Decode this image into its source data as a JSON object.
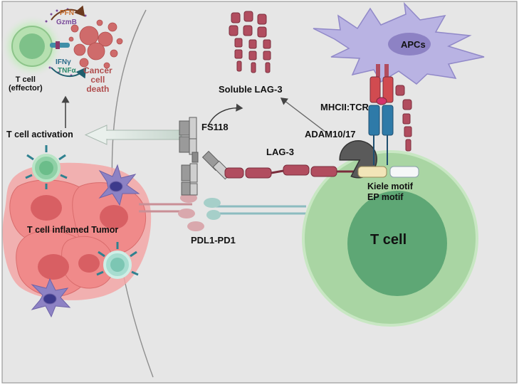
{
  "labels": {
    "t_cell_effector": "T cell\n(effector)",
    "pfn": "PFN",
    "gzmb": "GzmB",
    "ifng": "IFNγ",
    "tnfa": "TNFα",
    "cancer_cell_death": "Cancer\ncell\ndeath",
    "t_cell_activation": "T cell activation",
    "t_cell_inflamed_tumor": "T cell inflamed Tumor",
    "fs118": "FS118",
    "soluble_lag3": "Soluble LAG-3",
    "lag3": "LAG-3",
    "adam": "ADAM10/17",
    "mhcii_tcr": "MHCII:TCR",
    "apcs": "APCs",
    "kiele_motif": "Kiele motif",
    "ep_motif": "EP motif",
    "t_cell": "T cell",
    "pdl1_pd1": "PDL1-PD1"
  },
  "colors": {
    "background": "#e6e6e6",
    "tcell_outer": "#a9d5a3",
    "tcell_inner": "#5ea775",
    "lag3": "#b14d5f",
    "tcr": "#2e7aa8",
    "apc": "#b9b3e3",
    "tumor": "#ef8f8f",
    "antibody": "#808080"
  }
}
